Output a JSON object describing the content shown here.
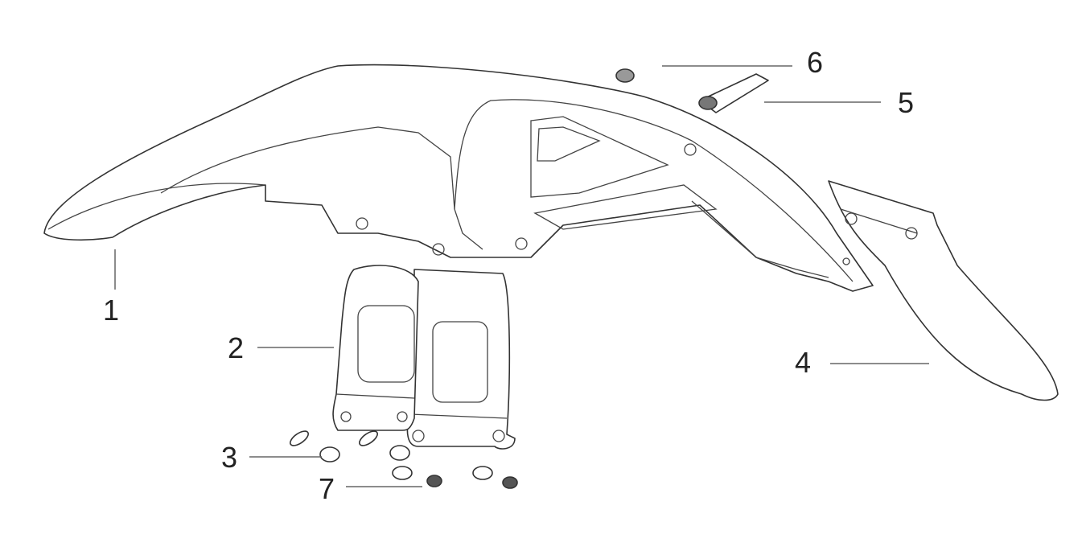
{
  "diagram": {
    "type": "exploded parts view",
    "callouts": [
      {
        "number": "1"
      },
      {
        "number": "2"
      },
      {
        "number": "3"
      },
      {
        "number": "4"
      },
      {
        "number": "5"
      },
      {
        "number": "6"
      },
      {
        "number": "7"
      }
    ]
  }
}
